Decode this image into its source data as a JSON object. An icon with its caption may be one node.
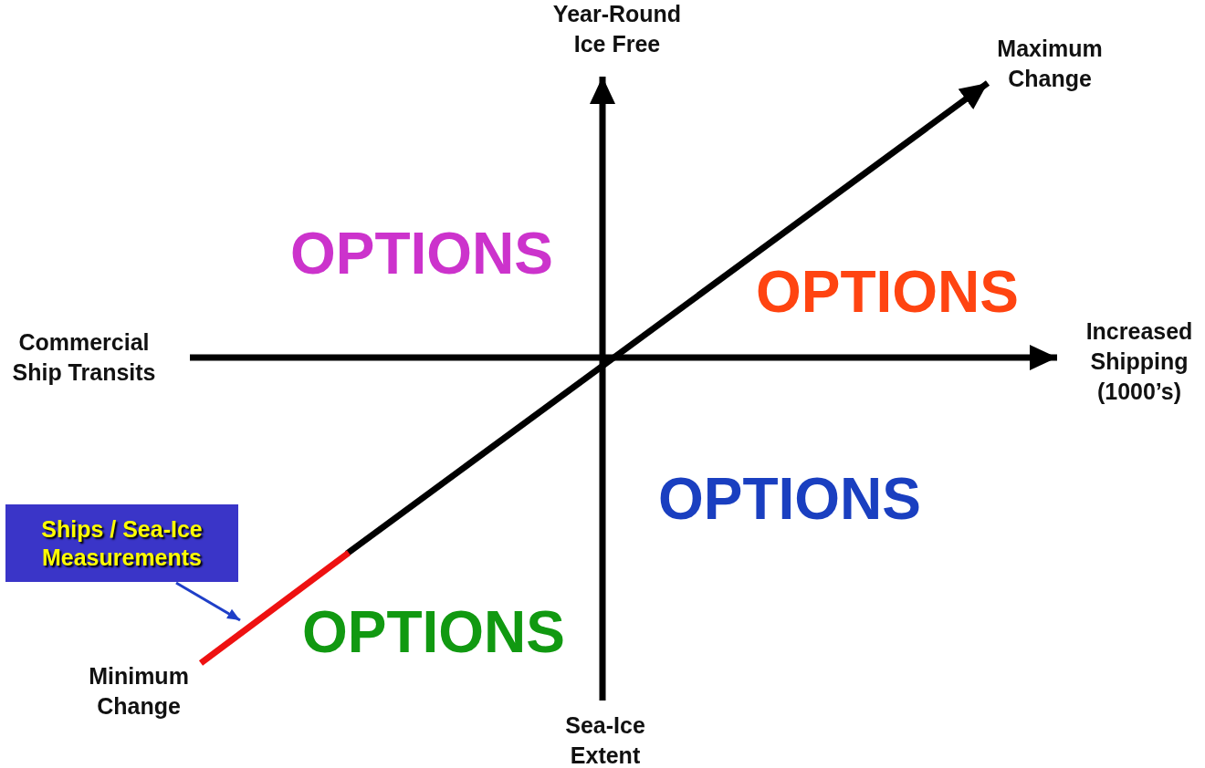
{
  "diagram": {
    "nodes": [
      {
        "text": [
          "Ships / Sea-Ice Measurements"
        ]
      },
      {
        "text": [],
        "shape": "bar"
      }
    ],
    "edges": [
      {
        "from": 0,
        "to": 1,
        "arrow": "to",
        "color": "#1f3fc8"
      }
    ],
    "labels": [
      "Year-Round Ice Free",
      "Maximum Change",
      "OPTIONS",
      "OPTIONS",
      "Commercial Ship Transits",
      "Increased Shipping (1000’s)",
      "OPTIONS",
      "OPTIONS",
      "Minimum Change",
      "Sea-Ice Extent"
    ]
  }
}
